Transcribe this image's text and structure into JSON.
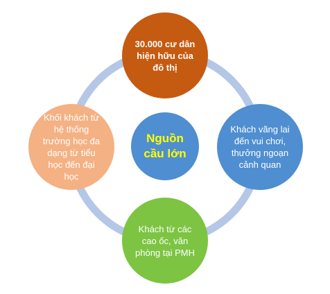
{
  "diagram": {
    "center": {
      "text": "Nguồn\ncầu lớn"
    },
    "top": {
      "text": "30.000 cư dân\nhiện hữu của\nđô thị"
    },
    "right": {
      "text": "Khách vãng lai\nđến vui chơi,\nthưởng ngoạn\ncảnh quan"
    },
    "bottom": {
      "text": "Khách từ các\ncao ốc, văn\nphòng tại PMH"
    },
    "left": {
      "text": "Khối khách từ\nhệ thống\ntrường học đa\ndạng từ tiểu\nhọc đến đại\nhọc"
    }
  },
  "colors": {
    "ring": "#b4c7e7",
    "top_node": "#c55a11",
    "right_node": "#4f8ed0",
    "bottom_node": "#7cc442",
    "left_node": "#f4b183",
    "center_node": "#4f8ed0",
    "center_text": "#ffff00",
    "node_text": "#ffffff"
  }
}
